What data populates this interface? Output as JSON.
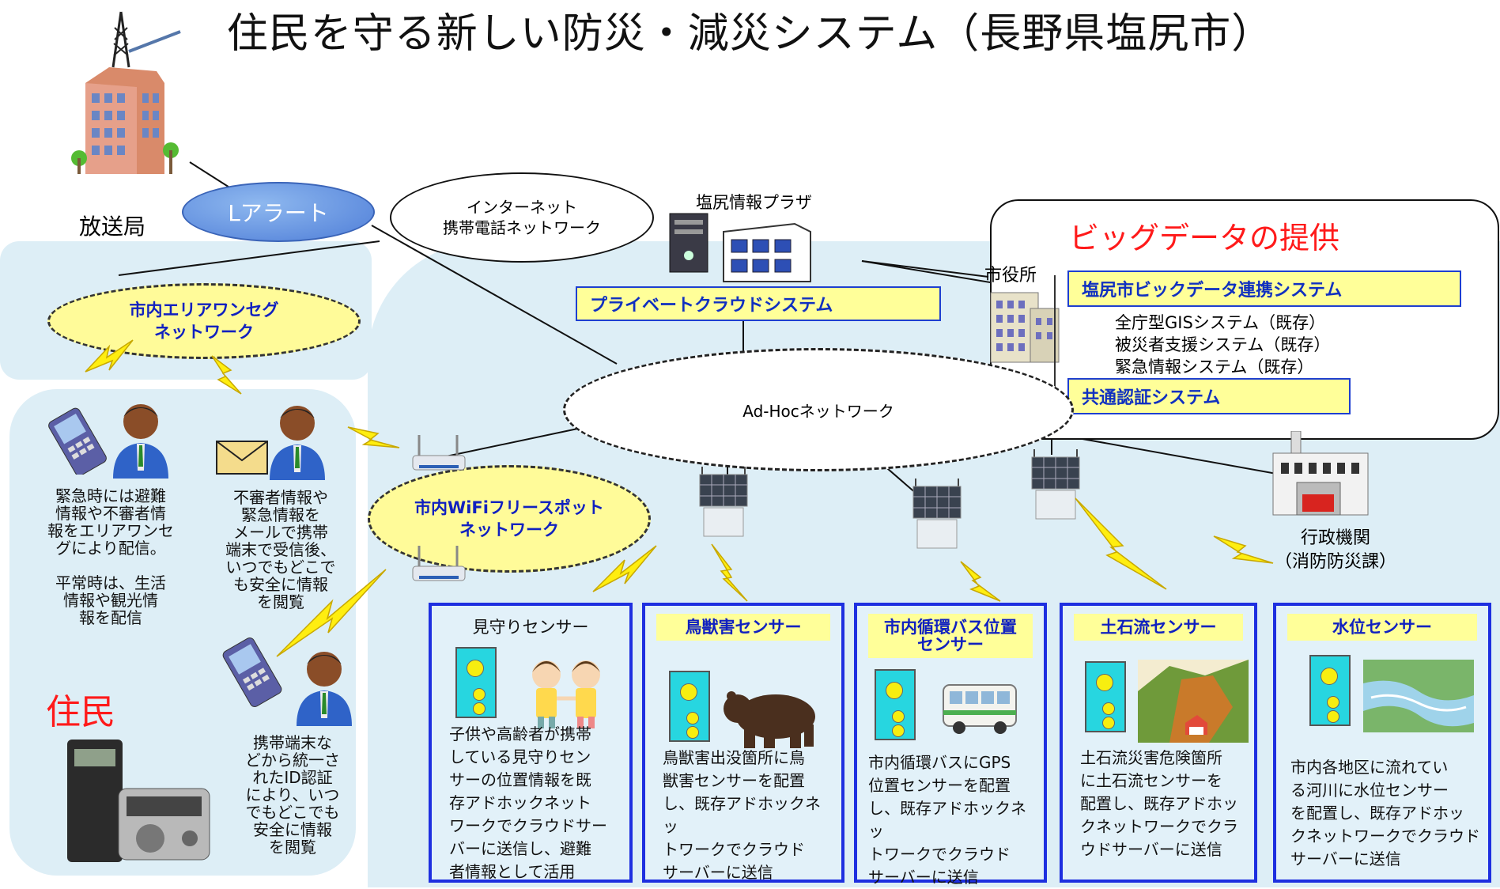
{
  "title": "住民を守る新しい防災・減災システム（長野県塩尻市）",
  "broadcast": {
    "station_label": "放送局",
    "alert_label": "Lアラート"
  },
  "internet_bubble": "インターネット\n携帯電話ネットワーク",
  "plaza": {
    "label": "塩尻情報プラザ",
    "cloud_box": "プライベートクラウドシステム"
  },
  "city_hall": {
    "label": "市役所",
    "bigdata_title": "ビッグデータの提供",
    "bigdata_system": "塩尻市ビックデータ連携システム",
    "existing_systems": [
      "全庁型GISシステム（既存）",
      "被災者支援システム（既存）",
      "緊急情報システム（既存）"
    ],
    "auth_system": "共通認証システム"
  },
  "adhoc_network": "Ad-Hocネットワーク",
  "one_seg_network": "市内エリアワンセグ\nネットワーク",
  "wifi_network": "市内WiFiフリースポット\nネットワーク",
  "admin": {
    "label": "行政機関\n（消防防災課）"
  },
  "residents": {
    "label": "住民",
    "text1": "緊急時には避難\n情報や不審者情\n報をエリアワンセ\nグにより配信。\n\n平常時は、生活\n情報や観光情\n報を配信",
    "text2": "不審者情報や\n緊急情報を\nメールで携帯\n端末で受信後、\nいつでもどこで\nも安全に情報\nを閲覧",
    "text3": "携帯端末な\nどから統一さ\nれたID認証\nにより、いつ\nでもどこでも\n安全に情報\nを閲覧"
  },
  "sensors": [
    {
      "title": "見守りセンサー",
      "desc": "子供や高齢者が携帯\nしている見守りセン\nサーの位置情報を既\n存アドホックネット\nワークでクラウドサー\nバーに送信し、避難\n者情報として活用"
    },
    {
      "title": "鳥獣害センサー",
      "desc": "鳥獣害出没箇所に鳥\n獣害センサーを配置\nし、既存アドホックネッ\nトワークでクラウド\nサーバーに送信"
    },
    {
      "title": "市内循環バス位置\nセンサー",
      "desc": "市内循環バスにGPS\n位置センサーを配置\nし、既存アドホックネッ\nトワークでクラウド\nサーバーに送信"
    },
    {
      "title": "土石流センサー",
      "desc": "土石流災害危険箇所\nに土石流センサーを\n配置し、既存アドホッ\nクネットワークでクラ\nウドサーバーに送信"
    },
    {
      "title": "水位センサー",
      "desc": "市内各地区に流れてい\nる河川に水位センサー\nを配置し、既存アドホッ\nクネットワークでクラウド\nサーバーに送信"
    }
  ],
  "colors": {
    "panel": "#ddeef6",
    "highlight": "#ffff99",
    "blue_text": "#1020c0",
    "red_text": "#ff1a1a",
    "card_border": "#1e2fe0"
  }
}
